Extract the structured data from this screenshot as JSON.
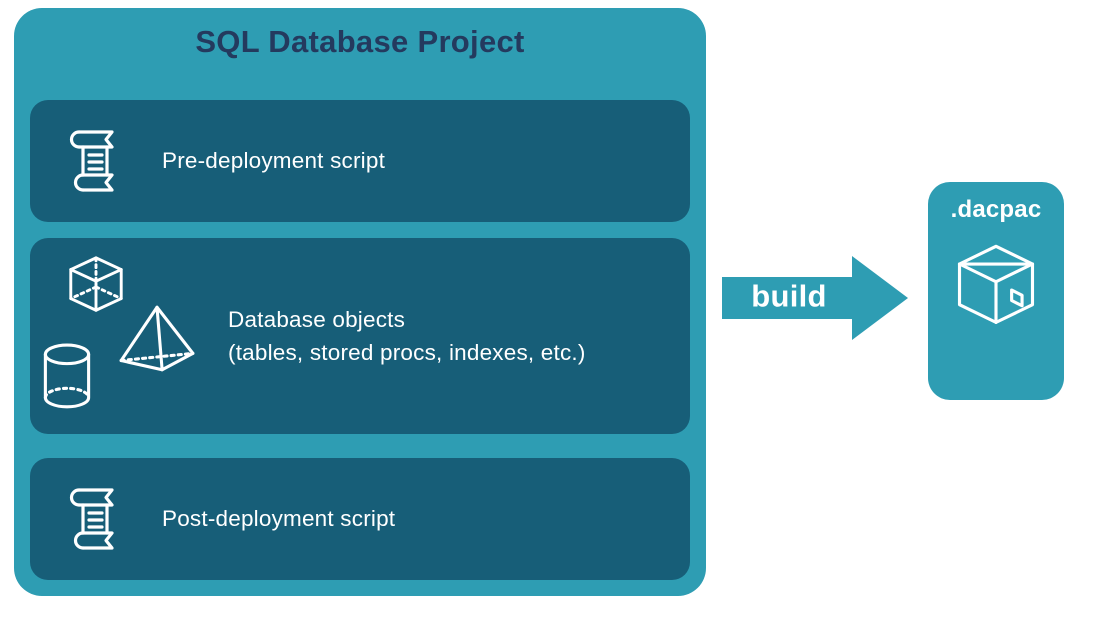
{
  "colors": {
    "canvas-bg": "#ffffff",
    "teal": "#2E9DB3",
    "teal-dark": "#175E78",
    "navy": "#243A5E",
    "white": "#ffffff"
  },
  "project": {
    "title": "SQL Database Project",
    "items": [
      {
        "icon": "scroll-icon",
        "label": "Pre-deployment script"
      },
      {
        "icon": "database-objects-icons",
        "label_line1": "Database objects",
        "label_line2": "(tables, stored procs, indexes, etc.)"
      },
      {
        "icon": "scroll-icon",
        "label": "Post-deployment script"
      }
    ]
  },
  "arrow": {
    "label": "build"
  },
  "output": {
    "label": ".dacpac",
    "icon": "package-icon"
  }
}
